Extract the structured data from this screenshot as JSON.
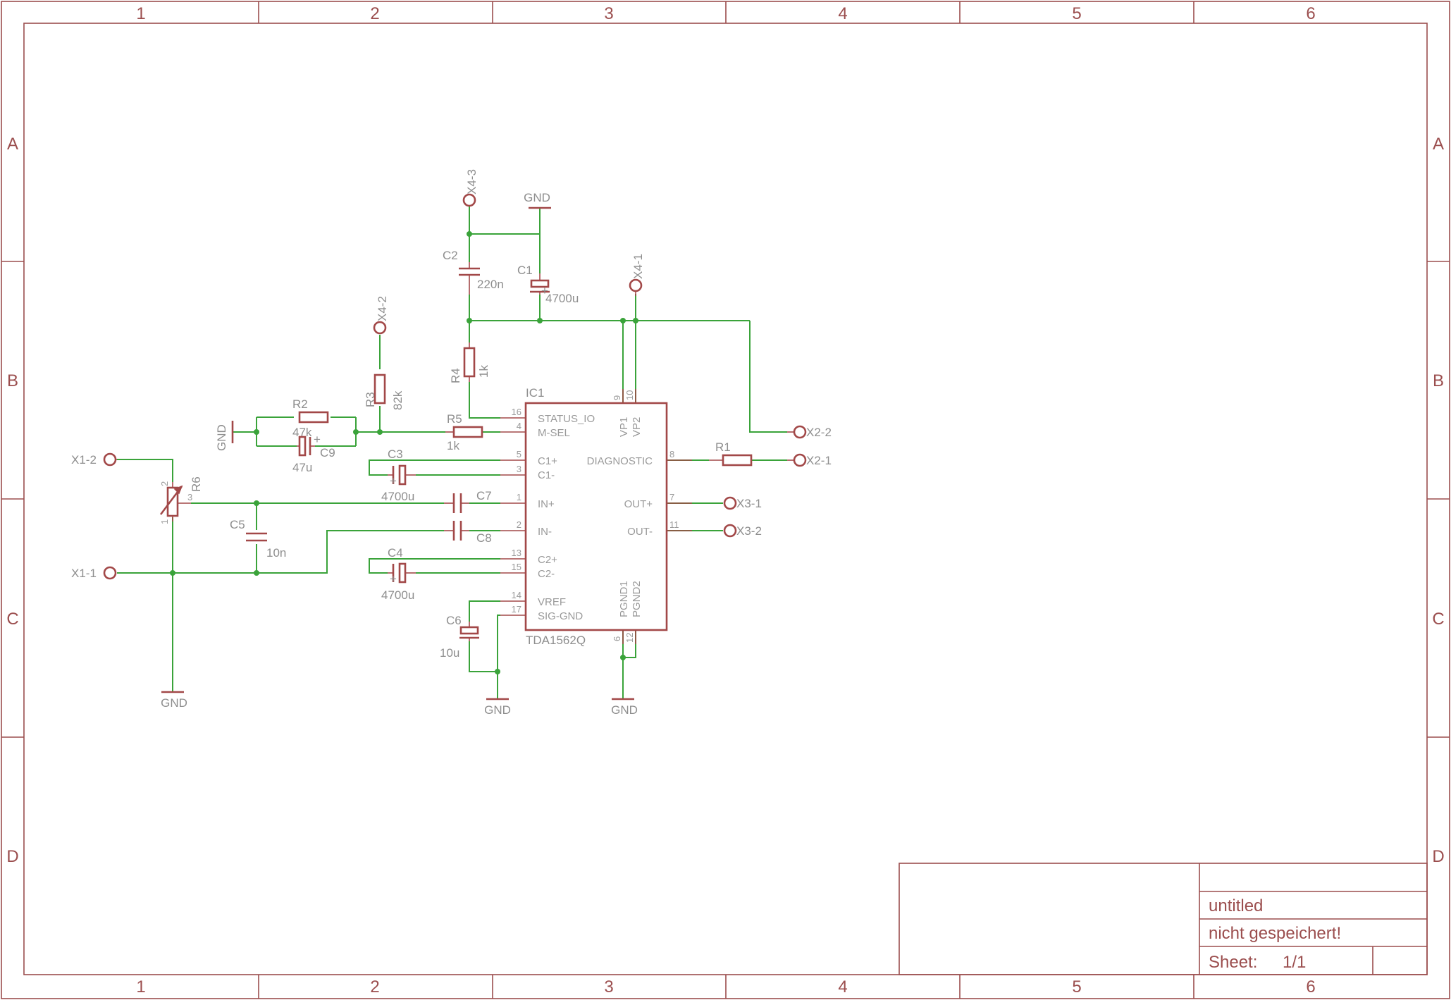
{
  "frame": {
    "columns": [
      "1",
      "2",
      "3",
      "4",
      "5",
      "6"
    ],
    "rows": [
      "A",
      "B",
      "C",
      "D"
    ]
  },
  "title_block": {
    "title": "untitled",
    "status": "nicht gespeichert!",
    "sheet_label": "Sheet:",
    "sheet_value": "1/1"
  },
  "ic": {
    "name": "IC1",
    "value": "TDA1562Q",
    "pins_left": [
      {
        "no": "16",
        "label": "STATUS_IO"
      },
      {
        "no": "4",
        "label": "M-SEL"
      },
      {
        "no": "5",
        "label": "C1+"
      },
      {
        "no": "3",
        "label": "C1-"
      },
      {
        "no": "1",
        "label": "IN+"
      },
      {
        "no": "2",
        "label": "IN-"
      },
      {
        "no": "13",
        "label": "C2+"
      },
      {
        "no": "15",
        "label": "C2-"
      },
      {
        "no": "14",
        "label": "VREF"
      },
      {
        "no": "17",
        "label": "SIG-GND"
      }
    ],
    "pins_right": [
      {
        "no": "8",
        "label": "DIAGNOSTIC"
      },
      {
        "no": "7",
        "label": "OUT+"
      },
      {
        "no": "11",
        "label": "OUT-"
      }
    ],
    "pins_top": [
      {
        "no": "9",
        "label": "VP1"
      },
      {
        "no": "10",
        "label": "VP2"
      }
    ],
    "pins_bottom": [
      {
        "no": "6",
        "label": "PGND1"
      },
      {
        "no": "12",
        "label": "PGND2"
      }
    ]
  },
  "parts": {
    "C1": {
      "name": "C1",
      "value": "4700u"
    },
    "C2": {
      "name": "C2",
      "value": "220n"
    },
    "C3": {
      "name": "C3",
      "value": "4700u"
    },
    "C4": {
      "name": "C4",
      "value": "4700u"
    },
    "C5": {
      "name": "C5",
      "value": "10n"
    },
    "C6": {
      "name": "C6",
      "value": "10u"
    },
    "C7": {
      "name": "C7"
    },
    "C8": {
      "name": "C8"
    },
    "C9": {
      "name": "C9",
      "value": "47u"
    },
    "R1": {
      "name": "R1"
    },
    "R2": {
      "name": "R2",
      "value": "47k"
    },
    "R3": {
      "name": "R3",
      "value": "82k"
    },
    "R4": {
      "name": "R4",
      "value": "1k"
    },
    "R5": {
      "name": "R5",
      "value": "1k"
    },
    "R6": {
      "name": "R6",
      "pins": [
        "1",
        "2",
        "3"
      ]
    }
  },
  "connectors": {
    "x1_1": "X1-1",
    "x1_2": "X1-2",
    "x2_1": "X2-1",
    "x2_2": "X2-2",
    "x3_1": "X3-1",
    "x3_2": "X3-2",
    "x4_1": "X4-1",
    "x4_2": "X4-2",
    "x4_3": "X4-3"
  },
  "supply": {
    "gnd": "GND"
  },
  "polarity": {
    "plus": "+"
  }
}
